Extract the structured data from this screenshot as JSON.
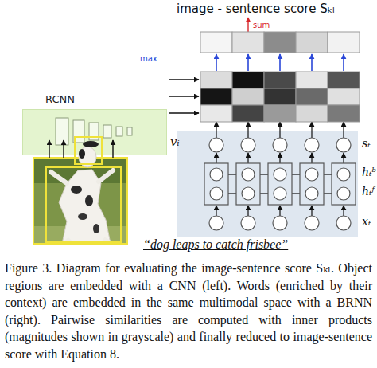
{
  "diagram": {
    "title": "image - sentence score Sₖₗ",
    "caption": "Figure 3. Diagram for evaluating the image-sentence score Sₖₗ. Object regions are embedded with a CNN (left). Words (enriched by their context) are embedded in the same multimodal space with a BRNN (right). Pairwise similarities are computed with inner products (magnitudes shown in grayscale) and finally reduced to image-sentence score with Equation 8.",
    "nodes": [
      {
        "text": [
          "RCNN"
        ]
      }
    ],
    "labels": [
      "sum",
      "max",
      "vᵢ",
      "sₜ",
      "hₜᵇ",
      "hₜᶠ",
      "xₜ",
      "“dog leaps to catch frisbee”"
    ]
  }
}
